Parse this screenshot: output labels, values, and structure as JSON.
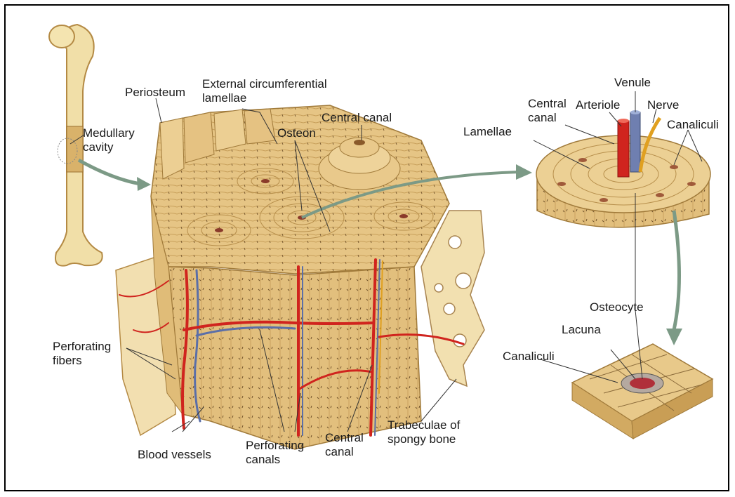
{
  "labels": {
    "periosteum": "Periosteum",
    "external_lamellae": "External circumferential\nlamellae",
    "medullary_cavity": "Medullary\ncavity",
    "osteon": "Osteon",
    "central_canal_top": "Central canal",
    "perforating_fibers": "Perforating\nfibers",
    "blood_vessels": "Blood vessels",
    "perforating_canals": "Perforating\ncanals",
    "central_canal_bottom": "Central\ncanal",
    "trabeculae": "Trabeculae of\nspongy bone",
    "venule": "Venule",
    "central_canal_right": "Central\ncanal",
    "arteriole": "Arteriole",
    "nerve": "Nerve",
    "lamellae": "Lamellae",
    "canaliculi_top": "Canaliculi",
    "osteocyte": "Osteocyte",
    "lacuna": "Lacuna",
    "canaliculi_bottom": "Canaliculi"
  },
  "colors": {
    "bone": "#e8c98a",
    "bone_dark": "#c9a25e",
    "artery": "#d0241e",
    "vein": "#5b6fa8",
    "nerve": "#e0a020",
    "arrow": "#7c9a86"
  }
}
